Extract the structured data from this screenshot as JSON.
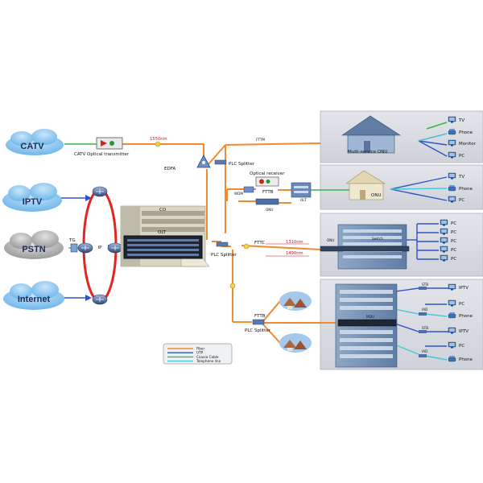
{
  "clouds": {
    "catv": "CATV",
    "iptv": "IPTV",
    "pstn": "PSTN",
    "internet": "Internet"
  },
  "labels": {
    "catv_transmitter": "CATV Optical transmitter",
    "wavelength_1550": "1550nm",
    "edfa": "EDFA",
    "fttm": "FTTM",
    "plc_splitter": "PLC Splitter",
    "optical_receiver": "Optical receiver",
    "fttb": "FTTB",
    "wdm": "WDM",
    "onu": "ONU",
    "olt_right": "OLT",
    "co": "CO",
    "olt": "OLT",
    "tg": "TG",
    "ip": "IP",
    "fttc": "FTTC",
    "wavelength_1310": "1310nm",
    "wavelength_1490": "1490nm",
    "fttb_lower": "FTTB",
    "plc_splitter_lower": "PLC Splitter",
    "plc_splitter_middle": "PLC Splitter"
  },
  "panels": {
    "panel1": {
      "title": "Multi-service ONU",
      "devices": [
        "TV",
        "Phone",
        "Monitor",
        "PC"
      ]
    },
    "panel2": {
      "title": "ONU",
      "devices": [
        "TV",
        "Phone",
        "PC"
      ]
    },
    "panel3": {
      "onu": "ONU",
      "switch": "Switch",
      "devices": [
        "PC",
        "PC",
        "PC",
        "PC",
        "PC"
      ]
    },
    "panel4": {
      "mdu": "MDU",
      "stb1": "STB",
      "iad1": "IAD",
      "stb2": "STB",
      "iad2": "IAD",
      "devices": [
        "IPTV",
        "PC",
        "Phone",
        "IPTV",
        "PC",
        "Phone"
      ]
    }
  },
  "legend": {
    "items": [
      {
        "label": "Fiber",
        "color": "#f28a32"
      },
      {
        "label": "UTP",
        "color": "#2d56c4"
      },
      {
        "label": "Coaxia Cable",
        "color": "#3fb44a"
      },
      {
        "label": "Telephone line",
        "color": "#47c9d6"
      }
    ]
  },
  "colors": {
    "fiber": "#f28a32",
    "utp": "#2d56c4",
    "coax": "#3fb44a",
    "phone": "#47c9d6",
    "ring": "#e0261e",
    "cloud": "#7fc3ef",
    "cloud_gray": "#a9a9a9"
  }
}
